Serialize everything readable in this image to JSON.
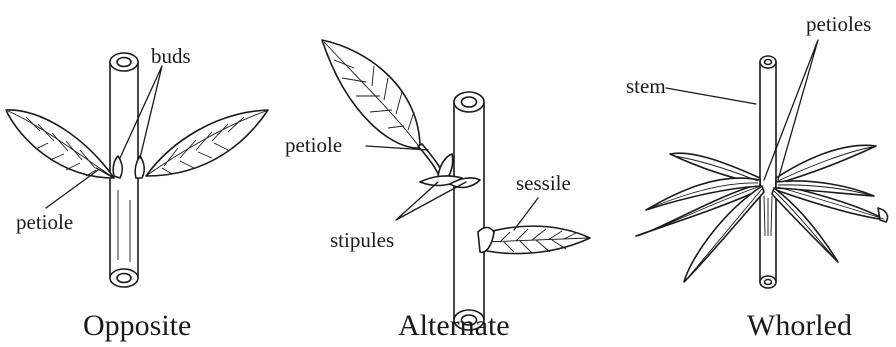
{
  "panels": [
    {
      "caption": "Opposite",
      "labels": [
        "buds",
        "petiole"
      ]
    },
    {
      "caption": "Alternate",
      "labels": [
        "petiole",
        "stipules",
        "sessile"
      ]
    },
    {
      "caption": "Whorled",
      "labels": [
        "petioles",
        "stem"
      ]
    }
  ]
}
